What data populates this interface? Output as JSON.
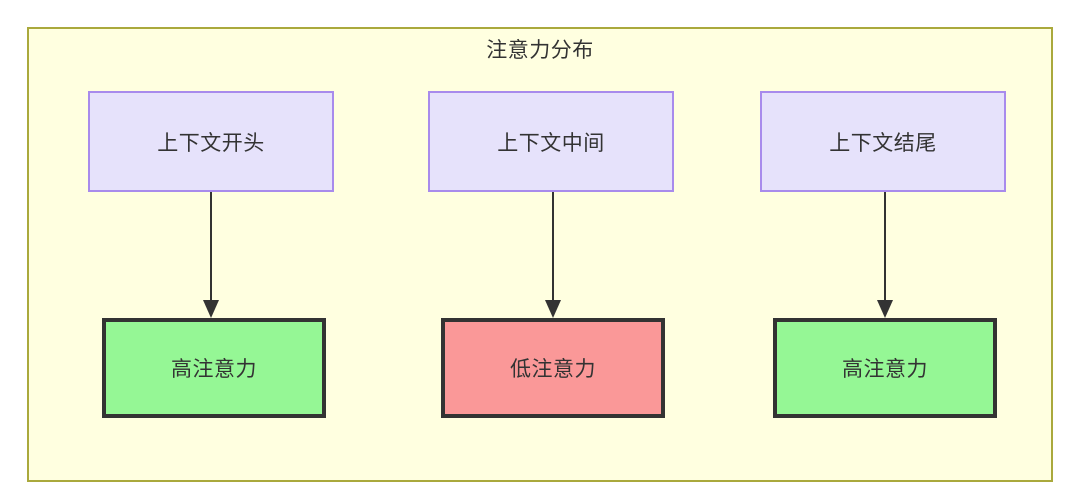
{
  "diagram": {
    "title": "注意力分布",
    "colors": {
      "container_fill": "#ffffe0",
      "container_border": "#aaa93c",
      "context_fill": "#e6e2fb",
      "context_border": "#a88bec",
      "high_attention_fill": "#95f795",
      "low_attention_fill": "#fa9898",
      "node_border": "#333333",
      "edge": "#333333",
      "text": "#333333"
    },
    "columns": [
      {
        "key": "a",
        "context_label": "上下文开头",
        "attention_label": "高注意力",
        "attention_level": "high"
      },
      {
        "key": "b",
        "context_label": "上下文中间",
        "attention_label": "低注意力",
        "attention_level": "low"
      },
      {
        "key": "c",
        "context_label": "上下文结尾",
        "attention_label": "高注意力",
        "attention_level": "high"
      }
    ]
  }
}
